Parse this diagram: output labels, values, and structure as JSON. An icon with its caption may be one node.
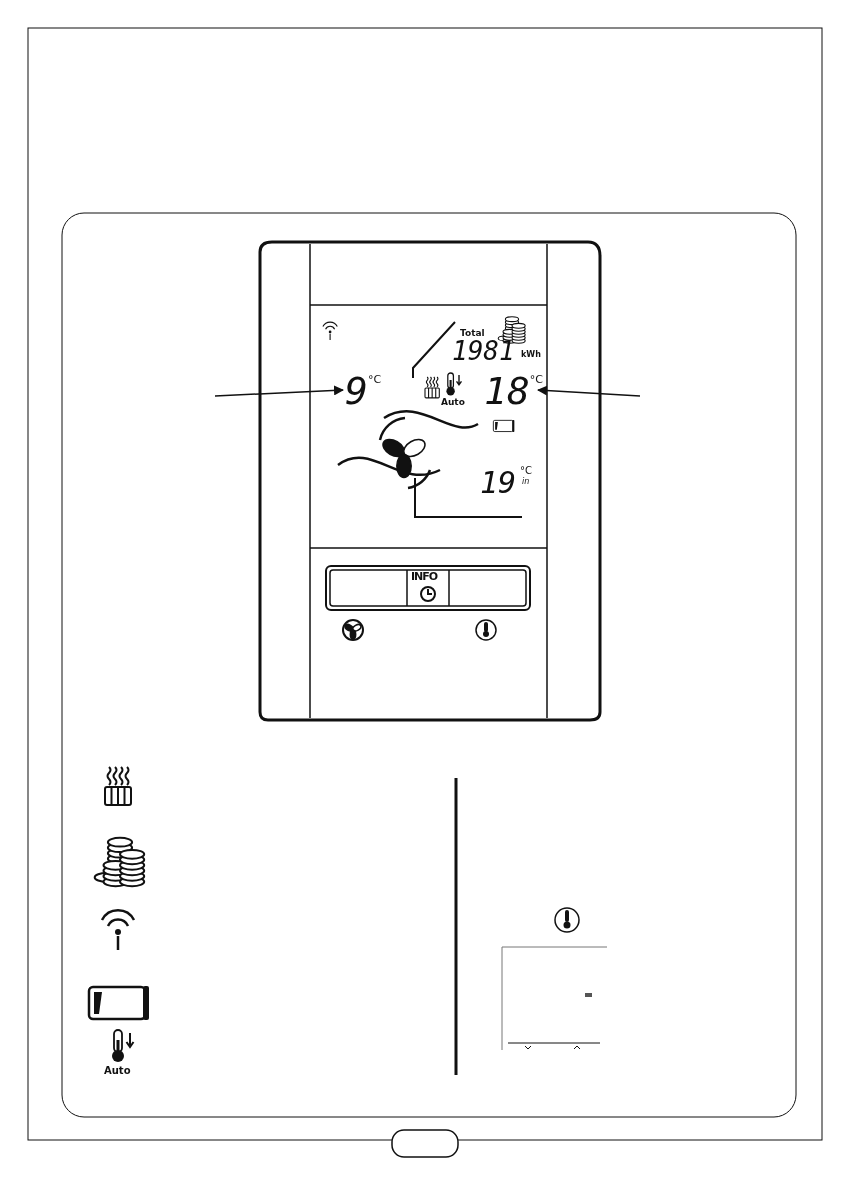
{
  "diagram": {
    "nodes": [
      {
        "text": [
          "9$^{°C}$"
        ]
      },
      {
        "text": [
          "18$^{°C}$"
        ]
      }
    ],
    "edges": [
      {
        "from": null,
        "to": 0,
        "arrow": "to"
      },
      {
        "from": null,
        "to": 1,
        "arrow": "to"
      }
    ],
    "labels": [
      "Total",
      "1981",
      "kWh",
      "Auto",
      "19",
      "°C",
      "in",
      "INFO",
      "Auto"
    ]
  }
}
